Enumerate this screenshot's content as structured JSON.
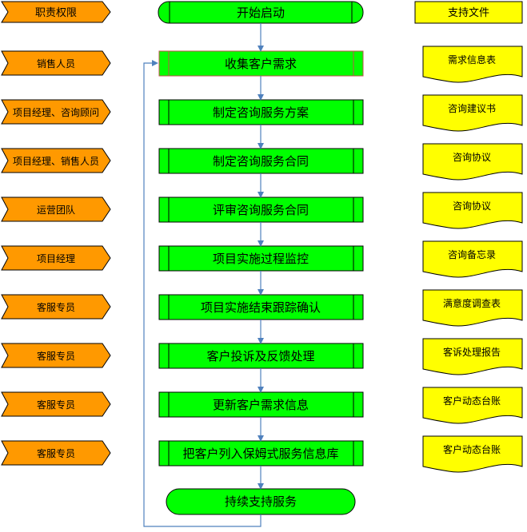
{
  "headers": {
    "roles": "职责权限",
    "start": "开始启动",
    "docs": "支持文件"
  },
  "roles": [
    "销售人员",
    "项目经理、咨询顾问",
    "项目经理、销售人员",
    "运营团队",
    "项目经理",
    "客服专员",
    "客服专员",
    "客服专员",
    "客服专员"
  ],
  "steps": [
    "收集客户需求",
    "制定咨询服务方案",
    "制定咨询服务合同",
    "评审咨询服务合同",
    "项目实施过程监控",
    "项目实施结束跟踪确认",
    "客户投诉及反馈处理",
    "更新客户需求信息",
    "把客户列入保姆式服务信息库"
  ],
  "docs": [
    "需求信息表",
    "咨询建议书",
    "咨询协议",
    "咨询协议",
    "咨询备忘录",
    "满意度调查表",
    "客诉处理报告",
    "客户动态台账",
    "客户动态台账"
  ],
  "end": "持续支持服务",
  "colors": {
    "process": "#00ff00",
    "role": "#ff9900",
    "doc": "#ffff00",
    "line": "#4f81bd",
    "border": "#000000",
    "highlight_border": "#c0504d"
  }
}
